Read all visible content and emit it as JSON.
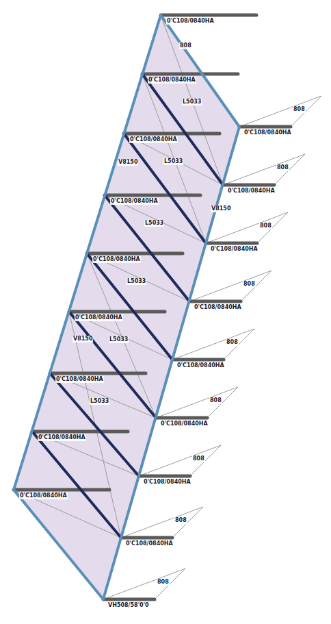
{
  "diagram": {
    "labels": [
      "0'C108/0840HA",
      "0'C108/0840HA",
      "0'C108/0840HA",
      "0'C108/0840HA",
      "0'C108/0840HA",
      "0'C108/0840HA",
      "0'C108/0840HA",
      "0'C108/0840HA",
      "0'C108/0840HA",
      "0'C108/0840HA",
      "0'C108/0840HA",
      "0'C108/0840HA",
      "0'C108/0840HA",
      "0'C108/0840HA",
      "0'C108/0840HA",
      "0'C108/0840HA",
      "0'C108/0840HA",
      "VH508/58'0'0",
      "808",
      "808",
      "808",
      "808",
      "808",
      "808",
      "808",
      "808",
      "808",
      "808",
      "L5033",
      "L5033",
      "L5033",
      "L5033",
      "L5033",
      "L5033",
      "V8150",
      "V8150",
      "V8150"
    ]
  }
}
